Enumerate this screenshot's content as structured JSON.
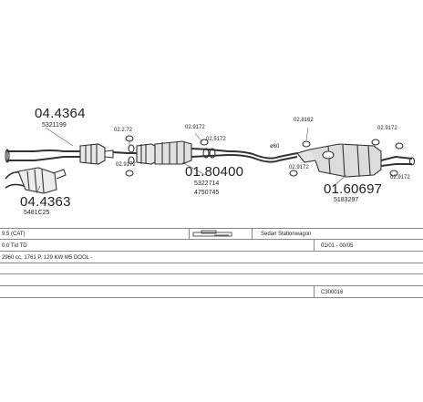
{
  "parts": {
    "front_cat_main": "04.4364",
    "front_cat_main_ref": "5321199",
    "front_cat_alt": "04.4363",
    "front_cat_alt_ref": "5481C25",
    "center": "01.80400",
    "center_ref1": "5322714",
    "center_ref2": "4750745",
    "rear": "01.60697",
    "rear_ref": "5183297",
    "clamp_a": "02.2.72",
    "clamp_b": "02.9172",
    "clamp_c": "02.9172",
    "clamp_d": "02.5172",
    "clamp_e": "02.8162",
    "clamp_f": "02.9172",
    "clamp_g": "02.9172",
    "clamp_h": "02.9172",
    "pipe_marker": "ø60"
  },
  "rows": {
    "r1_left": "9.5 (CAT)",
    "r1_right": "Sedan Stationwagon",
    "r2_left": "0.0 Tid TD",
    "r2_right": "01/01 - 00/05",
    "r3_left": "2960 cc, 1761 P, 129 KW M5 DOOL -",
    "r6_right": "C300016"
  },
  "colors": {
    "line": "#8a8a8a",
    "ink": "#333333"
  }
}
